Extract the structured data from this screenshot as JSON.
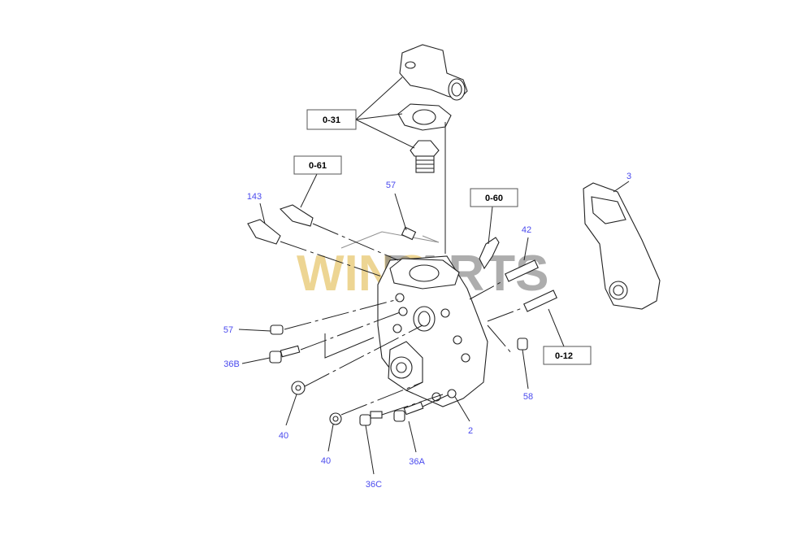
{
  "watermark": {
    "part1": "WINS",
    "part2": "PARTS"
  },
  "reference_boxes": [
    "0-31",
    "0-61",
    "0-60",
    "0-12"
  ],
  "part_numbers": [
    "3",
    "143",
    "57",
    "42",
    "57",
    "36B",
    "58",
    "2",
    "40",
    "40",
    "36A",
    "36C"
  ],
  "colors": {
    "part_number": "#4a4aee",
    "line": "#222222"
  }
}
